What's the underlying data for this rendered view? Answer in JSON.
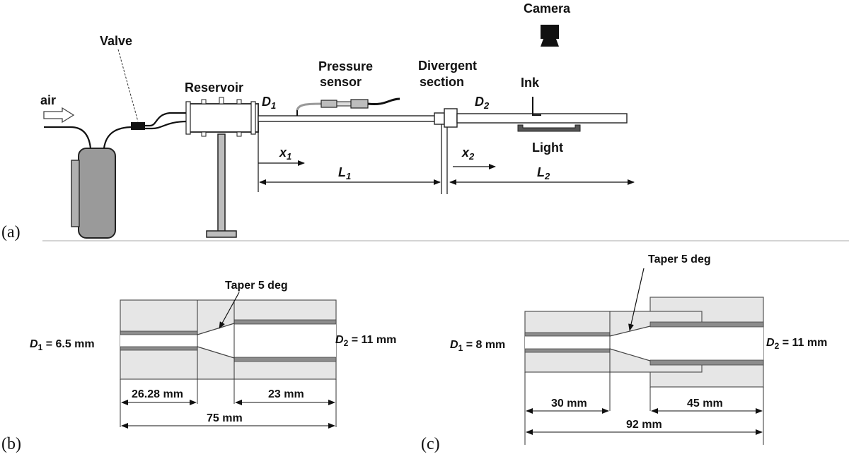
{
  "panel_a": {
    "panel_label": "(a)",
    "air": "air",
    "valve": "Valve",
    "reservoir": "Reservoir",
    "d1": "D",
    "d1_sub": "1",
    "pressure_sensor_1": "Pressure",
    "pressure_sensor_2": "sensor",
    "divergent_1": "Divergent",
    "divergent_2": "section",
    "d2": "D",
    "d2_sub": "2",
    "camera": "Camera",
    "ink": "Ink",
    "light": "Light",
    "x1": "x",
    "x1_sub": "1",
    "x2": "x",
    "x2_sub": "2",
    "l1": "L",
    "l1_sub": "1",
    "l2": "L",
    "l2_sub": "2"
  },
  "panel_b": {
    "panel_label": "(b)",
    "taper": "Taper 5 deg",
    "d1_label": "D",
    "d1_sub": "1",
    "d1_value": " = 6.5 mm",
    "d2_label": "D",
    "d2_sub": "2",
    "d2_value": " = 11 mm",
    "dim_left": "26.28 mm",
    "dim_right": "23 mm",
    "dim_total": "75 mm"
  },
  "panel_c": {
    "panel_label": "(c)",
    "taper": "Taper 5 deg",
    "d1_label": "D",
    "d1_sub": "1",
    "d1_value": " = 8 mm",
    "d2_label": "D",
    "d2_sub": "2",
    "d2_value": " = 11 mm",
    "dim_left": "30 mm",
    "dim_right": "45 mm",
    "dim_total": "92 mm"
  },
  "colors": {
    "line": "#111111",
    "body_fill": "#e6e6e6",
    "wall_fill": "#8c8c8c",
    "tank_fill": "#9a9a9a",
    "sensor_fill": "#bdbdbd"
  }
}
